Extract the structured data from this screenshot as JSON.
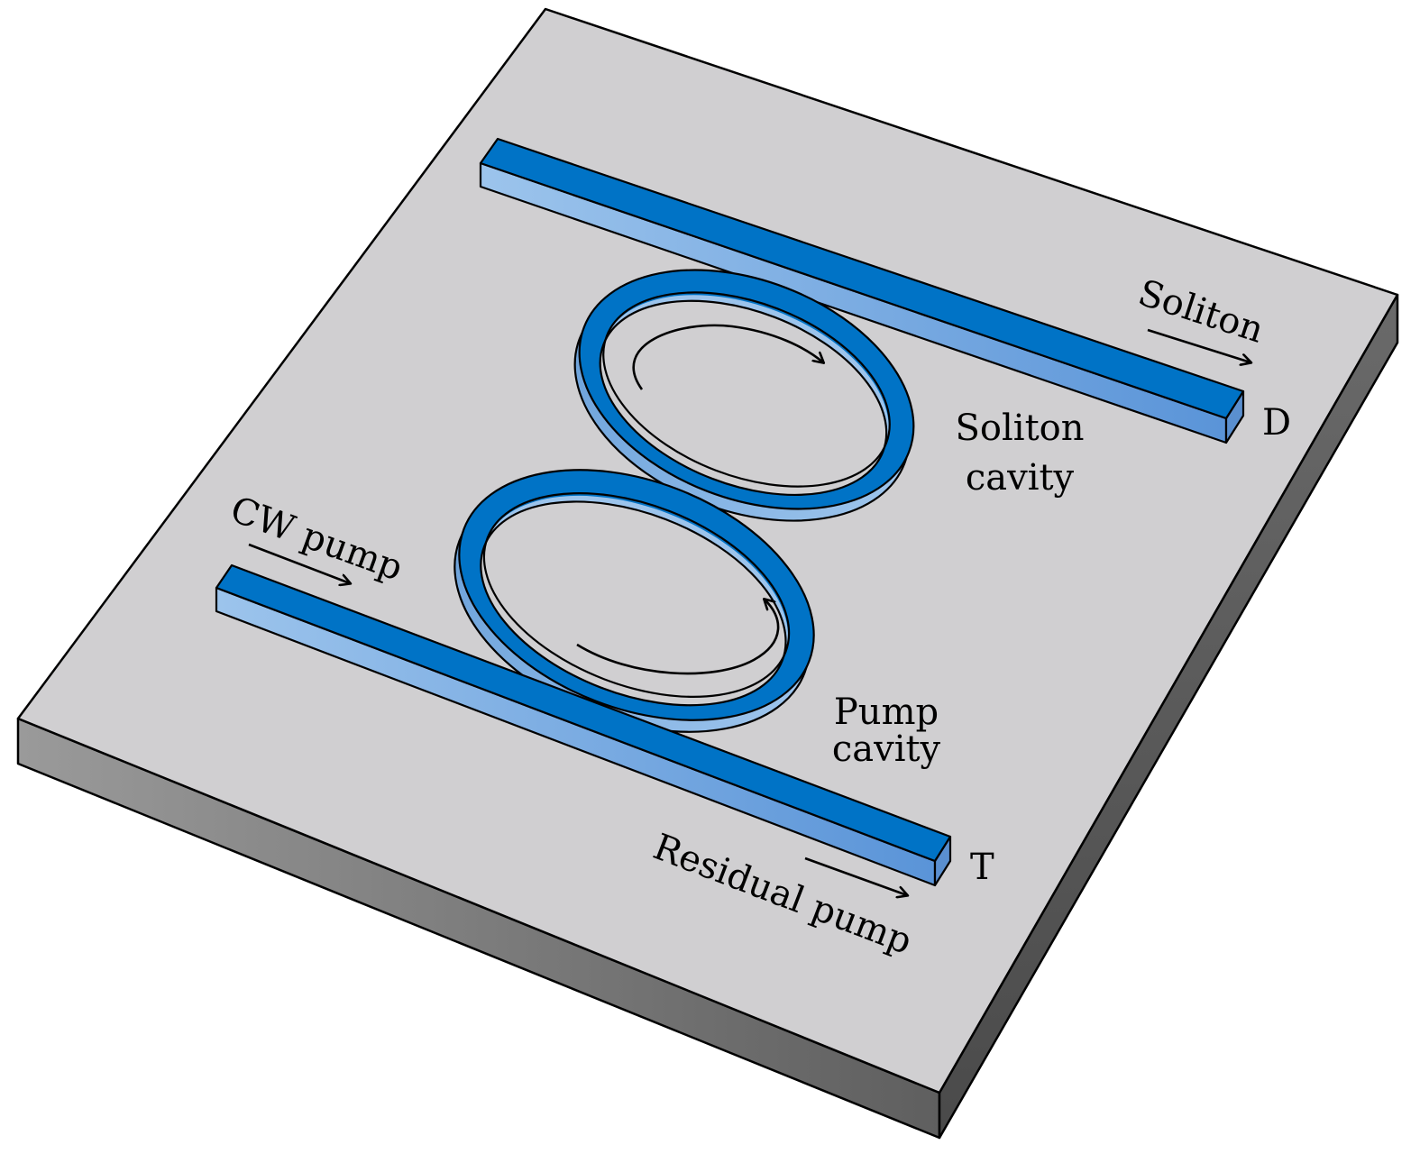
{
  "colors": {
    "chip_top": "#d0cfd1",
    "chip_side_dark": "#5f5f5f",
    "chip_side_light": "#9a9a9a",
    "waveguide_top": "#0073c6",
    "waveguide_side_light": "#9cc4ec",
    "waveguide_side_dark": "#5a94d8",
    "outline": "#000000"
  },
  "labels": {
    "cw_pump": "CW pump",
    "soliton": "Soliton",
    "port_d": "D",
    "soliton_cavity_line1": "Soliton",
    "soliton_cavity_line2": "cavity",
    "pump_cavity_line1": "Pump",
    "pump_cavity_line2": "cavity",
    "port_t": "T",
    "residual_pump": "Residual pump"
  },
  "icons": {
    "flow_arrows": "arrow-right-icon",
    "circulation": "circular-arrow-icon"
  }
}
